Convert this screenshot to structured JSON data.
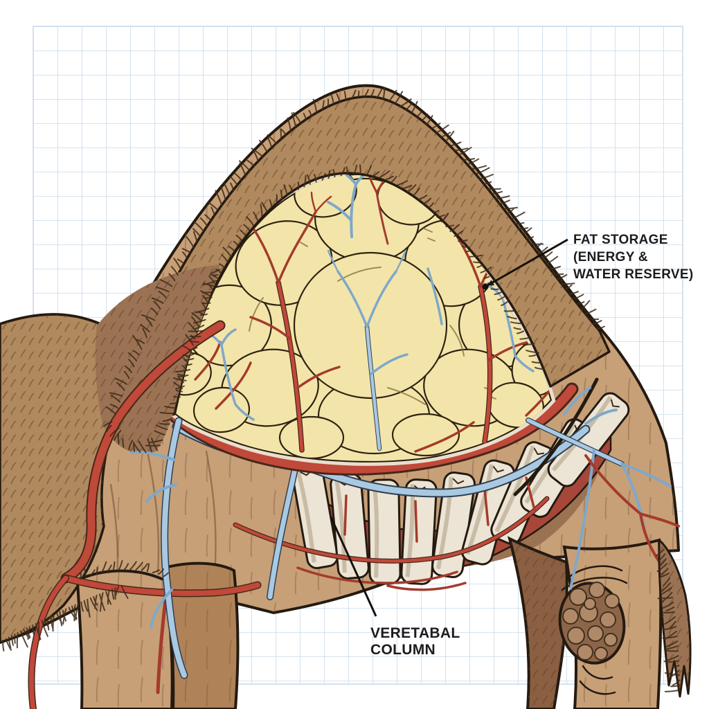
{
  "illustration": {
    "subject": "Camel hump cross-section anatomy on graph paper",
    "labels": {
      "fat_storage": {
        "lines": [
          "FAT STORAGE",
          "(ENERGY &",
          "WATER RESERVE)"
        ]
      },
      "vertebral_column": {
        "lines": [
          "VERETABAL",
          "COLUMN"
        ]
      }
    },
    "colors": {
      "background": "#ffffff",
      "grid_line": "#c9dbe9",
      "ink_outline": "#241a10",
      "body_tan": "#c7a078",
      "fur_brown": "#b1895f",
      "fur_dark": "#9b7354",
      "fat_yellow": "#f3e5a9",
      "artery_red": "#c0493a",
      "vein_blue": "#a9c9e2",
      "bone_white": "#ece4d5",
      "spine_band_red": "#a6473a",
      "callus_brown": "#8a5f42",
      "label_text": "#1c1c1e"
    }
  }
}
